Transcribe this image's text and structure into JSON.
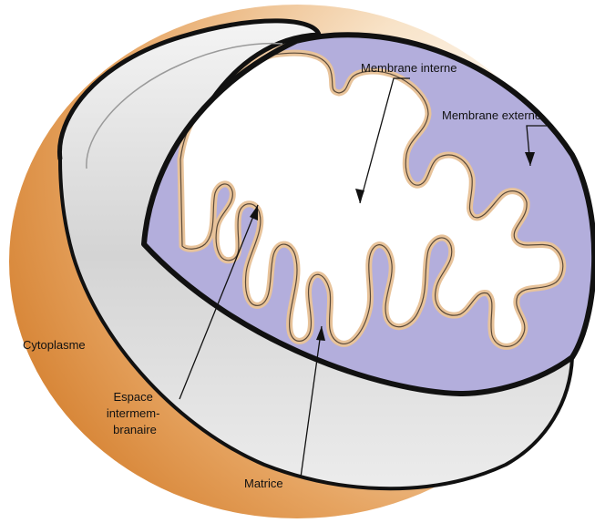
{
  "labels": {
    "inner_membrane": "Membrane interne",
    "outer_membrane": "Membrane externe",
    "cytoplasm": "Cytoplasme",
    "intermembrane_space": [
      "Espace",
      "intermem-",
      "branaire"
    ],
    "matrix": "Matrice"
  },
  "colors": {
    "cytoplasm_dark": "#d9893a",
    "cytoplasm_light": "#fbeede",
    "intermembrane_space": "#b3aedc",
    "inner_membrane_tan": "#e8c39a",
    "matrix": "#ffffff",
    "outer_wall": "#d9d9d9",
    "outline": "#111111"
  }
}
